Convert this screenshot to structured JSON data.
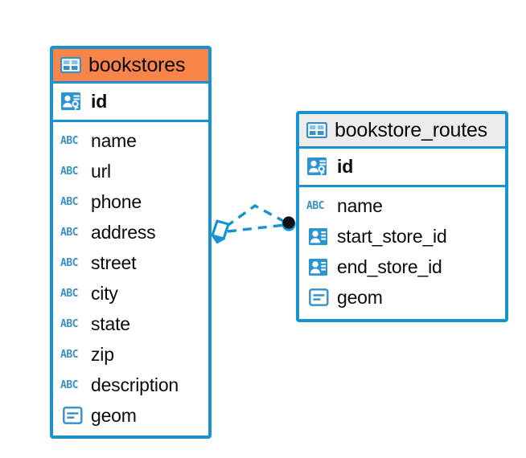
{
  "diagram": {
    "type": "entity-relationship-diagram",
    "colors": {
      "accent_blue": "#1793d1",
      "header_orange": "#f7854a",
      "header_gray": "#ececec",
      "icon_blue": "#3a8fc4",
      "text": "#0a0a0a",
      "endpoint_dark": "#111111",
      "background": "#ffffff"
    },
    "entities": [
      {
        "name": "bookstores",
        "header_style": "orange",
        "table_icon": "table-icon",
        "primary_key": {
          "label": "id",
          "icon": "primary-key-icon"
        },
        "fields": [
          {
            "label": "name",
            "icon": "abc-text-icon",
            "icon_text": "ABC"
          },
          {
            "label": "url",
            "icon": "abc-text-icon",
            "icon_text": "ABC"
          },
          {
            "label": "phone",
            "icon": "abc-text-icon",
            "icon_text": "ABC"
          },
          {
            "label": "address",
            "icon": "abc-text-icon",
            "icon_text": "ABC"
          },
          {
            "label": "street",
            "icon": "abc-text-icon",
            "icon_text": "ABC"
          },
          {
            "label": "city",
            "icon": "abc-text-icon",
            "icon_text": "ABC"
          },
          {
            "label": "state",
            "icon": "abc-text-icon",
            "icon_text": "ABC"
          },
          {
            "label": "zip",
            "icon": "abc-text-icon",
            "icon_text": "ABC"
          },
          {
            "label": "description",
            "icon": "abc-text-icon",
            "icon_text": "ABC"
          },
          {
            "label": "geom",
            "icon": "geometry-icon",
            "icon_text": ""
          }
        ]
      },
      {
        "name": "bookstore_routes",
        "header_style": "gray",
        "table_icon": "table-icon",
        "primary_key": {
          "label": "id",
          "icon": "primary-key-icon"
        },
        "fields": [
          {
            "label": "name",
            "icon": "abc-text-icon",
            "icon_text": "ABC"
          },
          {
            "label": "start_store_id",
            "icon": "foreign-key-icon",
            "icon_text": ""
          },
          {
            "label": "end_store_id",
            "icon": "foreign-key-icon",
            "icon_text": ""
          },
          {
            "label": "geom",
            "icon": "geometry-icon",
            "icon_text": ""
          }
        ]
      }
    ],
    "relationship": {
      "name": "bookstores-to-bookstore-routes",
      "source_marker": "crows-foot-diamond-marker",
      "target_marker": "filled-circle-marker",
      "line_style": "dashed"
    }
  }
}
